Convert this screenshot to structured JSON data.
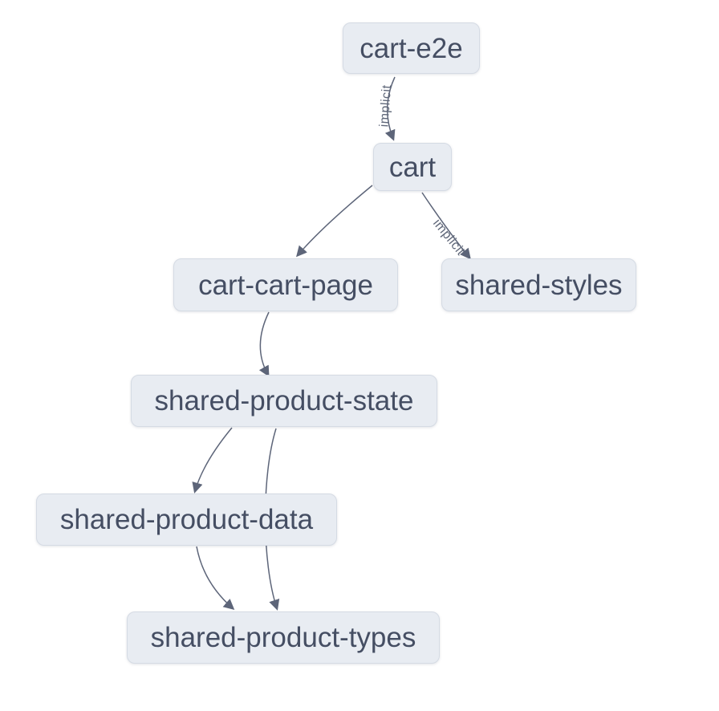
{
  "graph": {
    "nodes": [
      {
        "id": "cart-e2e",
        "label": "cart-e2e"
      },
      {
        "id": "cart",
        "label": "cart"
      },
      {
        "id": "cart-cart-page",
        "label": "cart-cart-page"
      },
      {
        "id": "shared-styles",
        "label": "shared-styles"
      },
      {
        "id": "shared-product-state",
        "label": "shared-product-state"
      },
      {
        "id": "shared-product-data",
        "label": "shared-product-data"
      },
      {
        "id": "shared-product-types",
        "label": "shared-product-types"
      }
    ],
    "edges": [
      {
        "from": "cart-e2e",
        "to": "cart",
        "label": "implicit"
      },
      {
        "from": "cart",
        "to": "cart-cart-page",
        "label": ""
      },
      {
        "from": "cart",
        "to": "shared-styles",
        "label": "implicit"
      },
      {
        "from": "cart-cart-page",
        "to": "shared-product-state",
        "label": ""
      },
      {
        "from": "shared-product-state",
        "to": "shared-product-data",
        "label": ""
      },
      {
        "from": "shared-product-state",
        "to": "shared-product-types",
        "label": ""
      },
      {
        "from": "shared-product-data",
        "to": "shared-product-types",
        "label": ""
      }
    ],
    "colors": {
      "background": "#ffffff",
      "node_fill": "#e8ecf2",
      "node_border": "#d5dbe4",
      "node_text": "#454e63",
      "edge_stroke": "#5d6579",
      "edge_label_text": "#5f6779"
    }
  }
}
